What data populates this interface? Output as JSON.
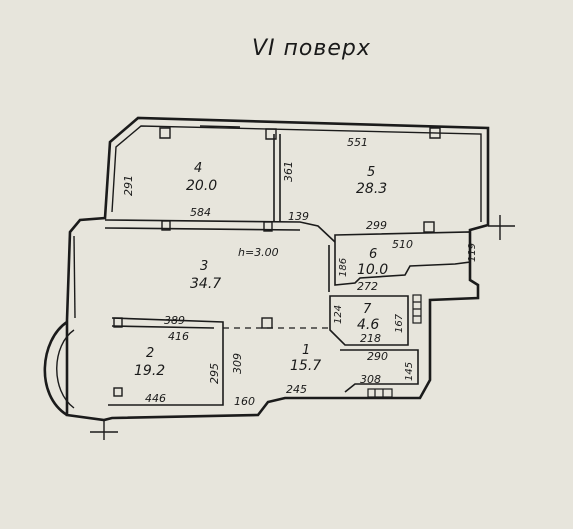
{
  "floor_title": "VI поверх",
  "ceiling_height": "h=3.00",
  "rooms": [
    {
      "number": "1",
      "area": "15.7"
    },
    {
      "number": "2",
      "area": "19.2"
    },
    {
      "number": "3",
      "area": "34.7"
    },
    {
      "number": "4",
      "area": "20.0"
    },
    {
      "number": "5",
      "area": "28.3"
    },
    {
      "number": "6",
      "area": "10.0"
    },
    {
      "number": "7",
      "area": "4.6"
    }
  ],
  "dimensions": {
    "d551": "551",
    "d291": "291",
    "d361": "361",
    "d584": "584",
    "d139": "139",
    "d299": "299",
    "d510": "510",
    "d186": "186",
    "d119": "119",
    "d272": "272",
    "d124": "124",
    "d167": "167",
    "d218": "218",
    "d389": "389",
    "d416": "416",
    "d309": "309",
    "d295": "295",
    "d290": "290",
    "d145": "145",
    "d308": "308",
    "d245": "245",
    "d160": "160",
    "d446": "446"
  }
}
